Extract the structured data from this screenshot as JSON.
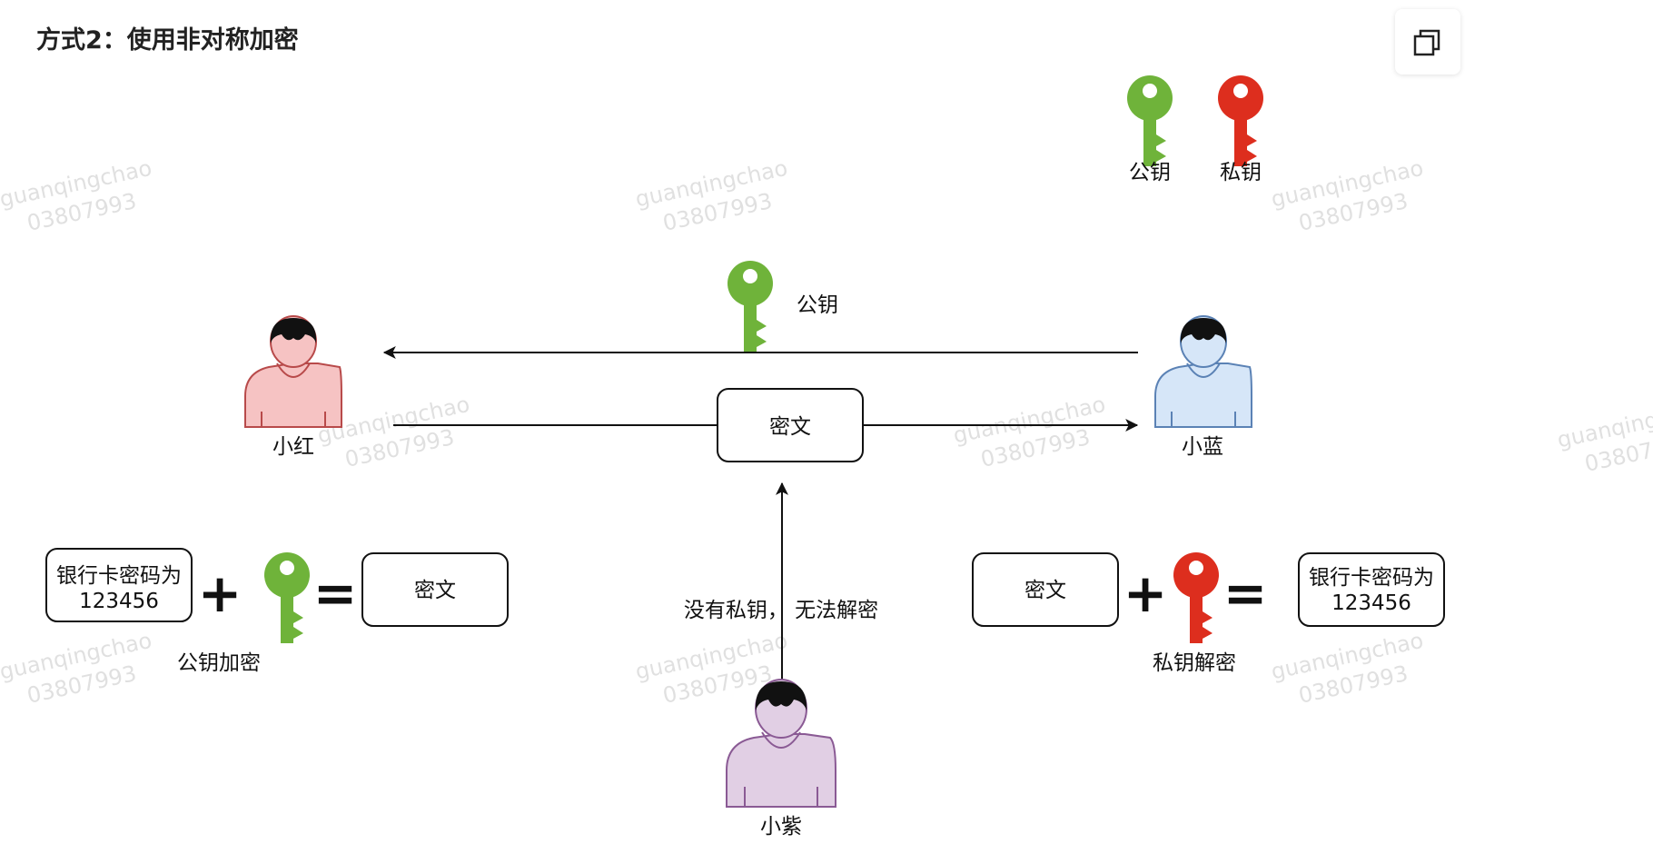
{
  "title": "方式2：使用非对称加密",
  "legend": {
    "public_key_label": "公钥",
    "private_key_label": "私钥"
  },
  "colors": {
    "public_key": "#6fb33a",
    "private_key": "#dd2e1e",
    "xiaohong_body": "#f6c3c3",
    "xiaohong_stroke": "#b84a4a",
    "xiaolan_body": "#d6e6f8",
    "xiaolan_stroke": "#5b82b5",
    "xiaozi_body": "#e1cfe4",
    "xiaozi_stroke": "#8a5a94"
  },
  "people": {
    "xiaohong": "小红",
    "xiaolan": "小蓝",
    "xiaozi": "小紫"
  },
  "flow": {
    "public_key_label": "公钥",
    "ciphertext_box": "密文",
    "attacker_note": "没有私钥，  无法解密"
  },
  "left_equation": {
    "plaintext_line1": "银行卡密码为",
    "plaintext_line2": "123456",
    "plus": "+",
    "equals": "=",
    "result": "密文",
    "caption": "公钥加密"
  },
  "right_equation": {
    "input": "密文",
    "plus": "+",
    "equals": "=",
    "result_line1": "银行卡密码为",
    "result_line2": "123456",
    "caption": "私钥解密"
  },
  "watermark": {
    "line1": "guanqingchao",
    "line2": "03807993"
  },
  "icons": {
    "copy": "copy-icon",
    "key": "key-icon",
    "person": "person-icon"
  }
}
